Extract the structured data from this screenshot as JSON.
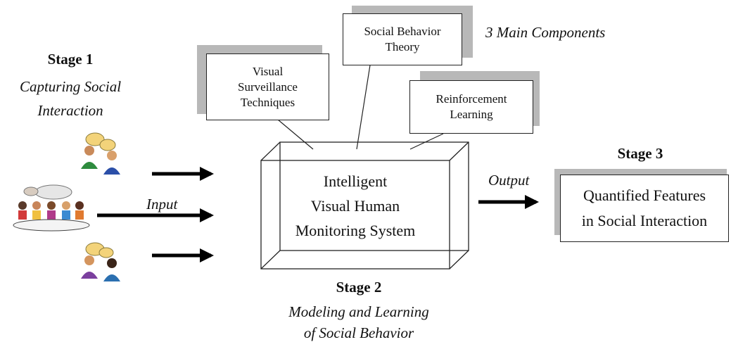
{
  "stage1": {
    "title": "Stage 1",
    "subtitle_line1": "Capturing Social",
    "subtitle_line2": "Interaction"
  },
  "stage2": {
    "title": "Stage 2",
    "subtitle_line1": "Modeling and Learning",
    "subtitle_line2": "of Social Behavior"
  },
  "stage3": {
    "title": "Stage 3"
  },
  "components_label": "3 Main Components",
  "components": {
    "visual": [
      "Visual",
      "Surveillance",
      "Techniques"
    ],
    "theory": [
      "Social Behavior",
      "Theory"
    ],
    "reinforcement": [
      "Reinforcement",
      "Learning"
    ]
  },
  "system": [
    "Intelligent",
    "Visual Human",
    "Monitoring System"
  ],
  "output_box": [
    "Quantified Features",
    "in Social Interaction"
  ],
  "input_label": "Input",
  "output_label": "Output",
  "icons": [
    "two-people-talking-icon",
    "group-meeting-icon",
    "two-people-talking-icon"
  ],
  "colors": {
    "shadow": "#b8b8b8",
    "line": "#222222"
  }
}
